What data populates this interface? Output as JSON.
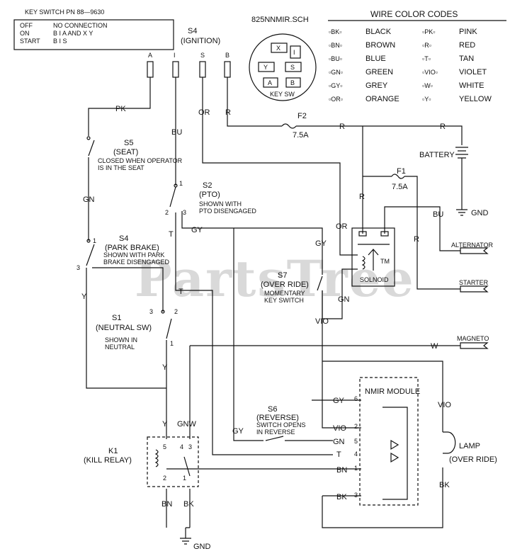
{
  "key_switch_box": {
    "title": "KEY SWITCH PN 88—9630",
    "rows": [
      {
        "pos": "OFF",
        "desc": "NO CONNECTION"
      },
      {
        "pos": "ON",
        "desc": "B I A      AND  X Y"
      },
      {
        "pos": "START",
        "desc": "B I S"
      }
    ]
  },
  "schematic_name": "825NNMIR.SCH",
  "key_sw": {
    "caption": "KEY SW",
    "letters": [
      "X",
      "I",
      "Y",
      "S",
      "A",
      "B"
    ]
  },
  "ignition": {
    "name": "S4",
    "label": "(IGNITION)",
    "terminals": [
      "A",
      "I",
      "S",
      "B"
    ]
  },
  "wire_legend": {
    "title": "WIRE COLOR CODES",
    "entries": [
      {
        "code": "BK",
        "name": "BLACK"
      },
      {
        "code": "PK",
        "name": "PINK"
      },
      {
        "code": "BN",
        "name": "BROWN"
      },
      {
        "code": "R",
        "name": "RED"
      },
      {
        "code": "BU",
        "name": "BLUE"
      },
      {
        "code": "T",
        "name": "TAN"
      },
      {
        "code": "GN",
        "name": "GREEN"
      },
      {
        "code": "VIO",
        "name": "VIOLET"
      },
      {
        "code": "GY",
        "name": "GREY"
      },
      {
        "code": "W",
        "name": "WHITE"
      },
      {
        "code": "OR",
        "name": "ORANGE"
      },
      {
        "code": "Y",
        "name": "YELLOW"
      }
    ]
  },
  "wire_labels": {
    "pk": "PK",
    "bu": "BU",
    "or": "OR",
    "r": "R",
    "gn": "GN",
    "y": "Y",
    "gy": "GY",
    "t": "T",
    "vio": "VIO",
    "w": "W",
    "bn": "BN",
    "bk": "BK",
    "gnw": "GNW"
  },
  "fuses": {
    "f2": "F2",
    "f2_rating": "7.5A",
    "f1": "F1",
    "f1_rating": "7.5A"
  },
  "components": {
    "battery": "BATTERY",
    "gnd": "GND",
    "alternator": "ALTERNATOR",
    "starter": "STARTER",
    "magneto": "MAGNETO",
    "solenoid": "SOLNOID",
    "s5_name": "S5",
    "s5_label": "(SEAT)",
    "s5_note1": "CLOSED WHEN OPERATOR",
    "s5_note2": "IS IN THE SEAT",
    "s2_name": "S2",
    "s2_label": "(PTO)",
    "s2_note1": "SHOWN WITH",
    "s2_note2": "PTO DISENGAGED",
    "s4b_name": "S4",
    "s4b_label": "(PARK BRAKE)",
    "s4b_note1": "SHOWN WITH PARK",
    "s4b_note2": "BRAKE DISENGAGED",
    "s7_name": "S7",
    "s7_label": "(OVER RIDE)",
    "s7_note1": "MOMENTARY",
    "s7_note2": "KEY SWITCH",
    "s1_name": "S1",
    "s1_label": "(NEUTRAL SW)",
    "s1_note1": "SHOWN IN",
    "s1_note2": "NEUTRAL",
    "s6_name": "S6",
    "s6_label": "(REVERSE)",
    "s6_note1": "SWITCH OPENS",
    "s6_note2": "IN REVERSE",
    "k1_name": "K1",
    "k1_label": "(KILL RELAY)",
    "nmir": "NMIR MODULE",
    "lamp": "LAMP",
    "lamp_label": "(OVER RIDE)"
  },
  "pin_numbers": {
    "p1": "1",
    "p2": "2",
    "p3": "3",
    "s5p1": "1",
    "s5p3": "3",
    "s1p1": "1",
    "s1p2": "2",
    "s1p3": "3",
    "nm6": "6",
    "nm2": "2",
    "nm5": "5",
    "nm4": "4",
    "nm1": "1",
    "nm3": "3",
    "k5": "5",
    "k4": "4",
    "k3": "3",
    "k2": "2",
    "k1": "1"
  },
  "watermark": "PartsTree",
  "tm": "TM"
}
